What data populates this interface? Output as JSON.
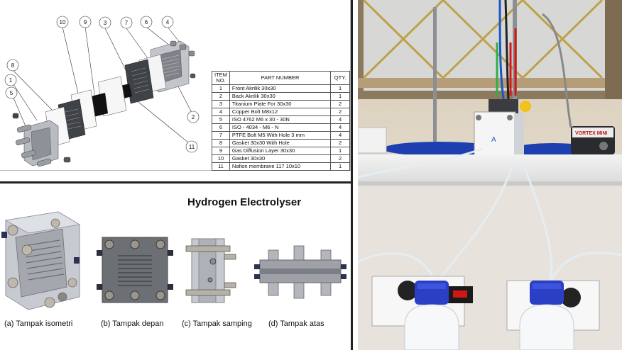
{
  "drawing": {
    "balloons": [
      "10",
      "9",
      "3",
      "7",
      "6",
      "4",
      "8",
      "1",
      "5",
      "2",
      "11"
    ],
    "bom": {
      "headers": {
        "item": "ITEM NO.",
        "part": "PART NUMBER",
        "qty": "QTY."
      },
      "rows": [
        {
          "no": "1",
          "part": "Front Akrilik 30x30",
          "qty": "1"
        },
        {
          "no": "2",
          "part": "Back Akrilik 30x30",
          "qty": "1"
        },
        {
          "no": "3",
          "part": "Titanium Plate For 30x30",
          "qty": "2"
        },
        {
          "no": "4",
          "part": "Copper Bolt M8x12",
          "qty": "2"
        },
        {
          "no": "5",
          "part": "ISO 4762 M6 x 30 - 30N",
          "qty": "4"
        },
        {
          "no": "6",
          "part": "ISO - 4034 - M6 - N",
          "qty": "4"
        },
        {
          "no": "7",
          "part": "PTFE Bolt M5 With Hole 3 mm",
          "qty": "4"
        },
        {
          "no": "8",
          "part": "Gasket 30x30 With Hole",
          "qty": "2"
        },
        {
          "no": "9",
          "part": "Gas Diffusion Layer 30x30",
          "qty": "1"
        },
        {
          "no": "10",
          "part": "Gasket 30x30",
          "qty": "2"
        },
        {
          "no": "11",
          "part": "Nafion membrane 117 10x10",
          "qty": "1"
        }
      ]
    }
  },
  "renders": {
    "title": "Hydrogen Electrolyser",
    "captions": [
      "(a) Tampak isometri",
      "(b) Tampak depan",
      "(c) Tampak samping",
      "(d) Tampak atas"
    ]
  },
  "photo": {
    "device_label": "VORTEX MINI",
    "cell_marking": "A"
  },
  "colors": {
    "acrylic": "#c9cdd3",
    "plate": "#55585e",
    "cap": "#2233aa",
    "tube": "#e9f1f6",
    "shelf": "#eeeeee"
  }
}
